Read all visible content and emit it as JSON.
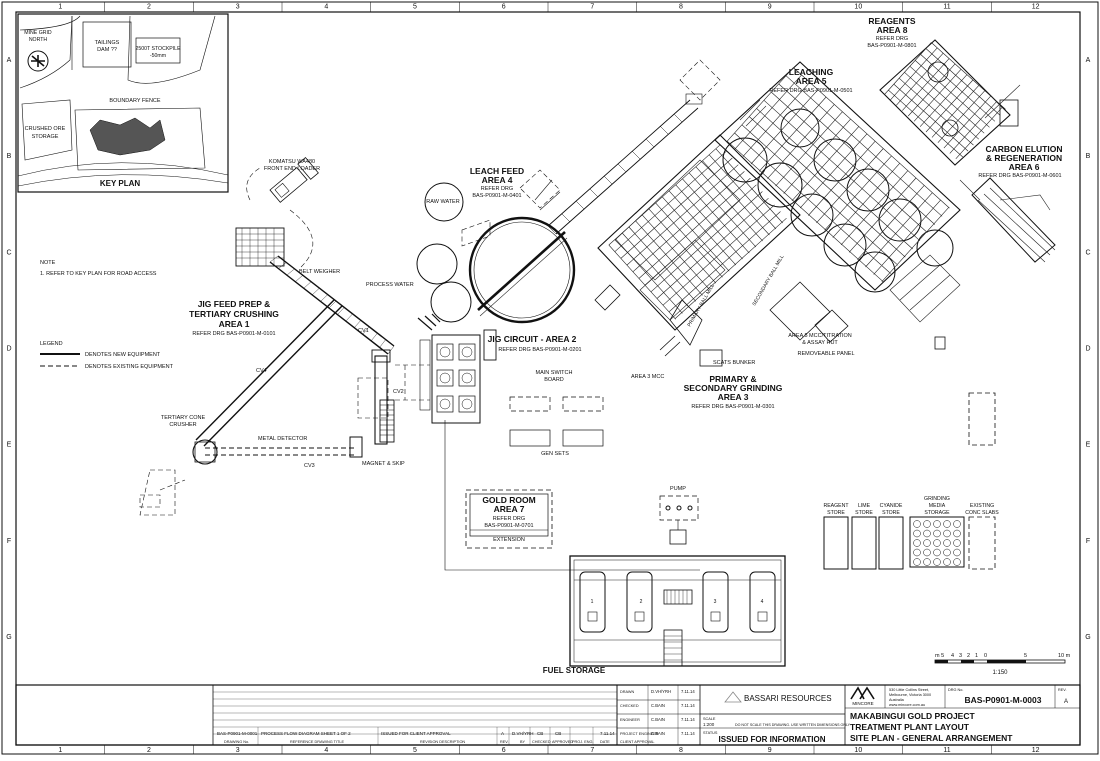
{
  "grid": {
    "columns": [
      "1",
      "2",
      "3",
      "4",
      "5",
      "6",
      "7",
      "8",
      "9",
      "10",
      "11",
      "12"
    ],
    "rows": [
      "A",
      "B",
      "C",
      "D",
      "E",
      "F",
      "G"
    ]
  },
  "key_plan": {
    "title": "KEY PLAN",
    "north": "MINE GRID NORTH",
    "tailings": "TAILINGS DAM ??",
    "stockpile": "2500T STOCKPILE -50mm",
    "fence": "BOUNDARY FENCE",
    "crushed_ore": "CRUSHED ORE STORAGE"
  },
  "notes": {
    "heading": "NOTE",
    "note1": "1. REFER TO KEY PLAN FOR ROAD ACCESS"
  },
  "legend": {
    "heading": "LEGEND",
    "new_equipment": "DENOTES NEW EQUIPMENT",
    "existing_equipment": "DENOTES EXISTING EQUIPMENT"
  },
  "areas": {
    "area1": {
      "title1": "JIG FEED PREP &",
      "title2": "TERTIARY CRUSHING",
      "title3": "AREA 1",
      "ref": "REFER DRG BAS-P0901-M-0101"
    },
    "area2": {
      "title": "JIG CIRCUIT - AREA 2",
      "ref": "REFER DRG BAS-P0901-M-0201"
    },
    "area3": {
      "title1": "PRIMARY &",
      "title2": "SECONDARY GRINDING",
      "title3": "AREA 3",
      "ref": "REFER DRG BAS-P0901-M-0301"
    },
    "area4": {
      "title1": "LEACH FEED",
      "title2": "AREA 4",
      "ref1": "REFER DRG",
      "ref2": "BAS-P0901-M-0401"
    },
    "area5": {
      "title1": "LEACHING",
      "title2": "AREA 5",
      "ref": "REFER DRG BAS-P0901-M-0501"
    },
    "area6": {
      "title1": "CARBON ELUTION",
      "title2": "& REGENERATION",
      "title3": "AREA 6",
      "ref": "REFER DRG BAS-P0901-M-0601"
    },
    "area7": {
      "title1": "GOLD ROOM",
      "title2": "AREA 7",
      "ref1": "REFER DRG",
      "ref2": "BAS-P0901-M-0701",
      "ext": "EXTENSION"
    },
    "area8": {
      "title1": "REAGENTS",
      "title2": "AREA 8",
      "ref1": "REFER DRG",
      "ref2": "BAS-P0901-M-0801"
    }
  },
  "labels": {
    "komatsu1": "KOMATSU WA480",
    "komatsu2": "FRONT END LOADER",
    "belt_weigher": "BELT WEIGHER",
    "raw_water": "RAW WATER",
    "process_water": "PROCESS WATER",
    "cv1": "CV1",
    "cv2": "CV2",
    "cv3": "CV3",
    "cv4": "CV4",
    "tertiary1": "TERTIARY CONE",
    "tertiary2": "CRUSHER",
    "metal_detector": "METAL DETECTOR",
    "magnet_skip": "MAGNET & SKIP",
    "main_switch1": "MAIN SWITCH",
    "main_switch2": "BOARD",
    "gen_sets": "GEN SETS",
    "area3_mcc": "AREA 3 MCC",
    "scats_bunker": "SCATS BUNKER",
    "primary_ball": "PRIMARY BALL MILL",
    "secondary_ball": "SECONDARY BALL MILL",
    "area5_mcc1": "AREA 5 MCC/TITRATION",
    "area5_mcc2": "& ASSAY HUT",
    "removeable_panel": "REMOVEABLE PANEL",
    "pump": "PUMP",
    "fuel_storage": "FUEL STORAGE",
    "reagent_store": "REAGENT STORE",
    "lime_store": "LIME STORE",
    "cyanide_store": "CYANIDE STORE",
    "grinding_media": "GRINDING MEDIA STORAGE",
    "existing_slabs": "EXISTING CONC SLABS",
    "tank1": "1",
    "tank2": "2",
    "tank3": "3",
    "tank4": "4"
  },
  "scale_bar": {
    "ticks": [
      "m 5",
      "4",
      "3",
      "2",
      "1",
      "0",
      "5",
      "10 m"
    ],
    "ratio": "1:150"
  },
  "title_block": {
    "company": "BASSARI RESOURCES",
    "consultant": "MINCORE",
    "address1": "530 Little Collins Street,",
    "address2": "Melbourne, Victoria 3000",
    "address3": "Australia",
    "address4": "www.mincore.com.au",
    "dwg_no_label": "DRG No.",
    "dwg_no": "BAS-P0901-M-0003",
    "rev_label": "REV.",
    "rev": "A",
    "project1": "MAKABINGUI GOLD PROJECT",
    "project2": "TREATMENT PLANT LAYOUT",
    "project3": "SITE PLAN - GENERAL ARRANGEMENT",
    "status": "ISSUED FOR INFORMATION",
    "scale": "1:200",
    "drawn": "D.VH/YRH",
    "checked": "C.BAIN",
    "engineer": "C.BAIN",
    "proj_eng": "C.BAIN",
    "date": "7.11.14",
    "ref_dwg": "BAS-P0901-M-0001",
    "ref_title": "PROCESS FLOW DIAGRAM SHEET 1 OF 2",
    "rev_desc": "ISSUED FOR CLIENT APPROVAL",
    "rev_letter": "A",
    "rev_by": "D.VH/YRH",
    "rev_ch": "CB",
    "rev_ap": "CB",
    "rev_date": "7.11.14",
    "h_dwg": "DRAWING No.",
    "h_title": "REFERENCE DRAWING TITLE",
    "h_desc": "REVISION DESCRIPTION",
    "h_rev": "REV.",
    "h_by": "BY",
    "h_chk": "CHECKED",
    "h_app": "APPROVED",
    "h_proj": "PROJ. ENG.",
    "h_date": "DATE",
    "h_client": "CLIENT APPROVAL",
    "h_drawn": "DRAWN",
    "h_checked": "CHECKED",
    "h_engineer": "ENGINEER",
    "h_projeng": "PROJECT ENGINEER",
    "h_scale": "SCALE",
    "h_status": "STATUS",
    "no_scale": "DO NOT SCALE THIS DRAWING. USE WRITTEN DIMENSIONS ONLY."
  }
}
